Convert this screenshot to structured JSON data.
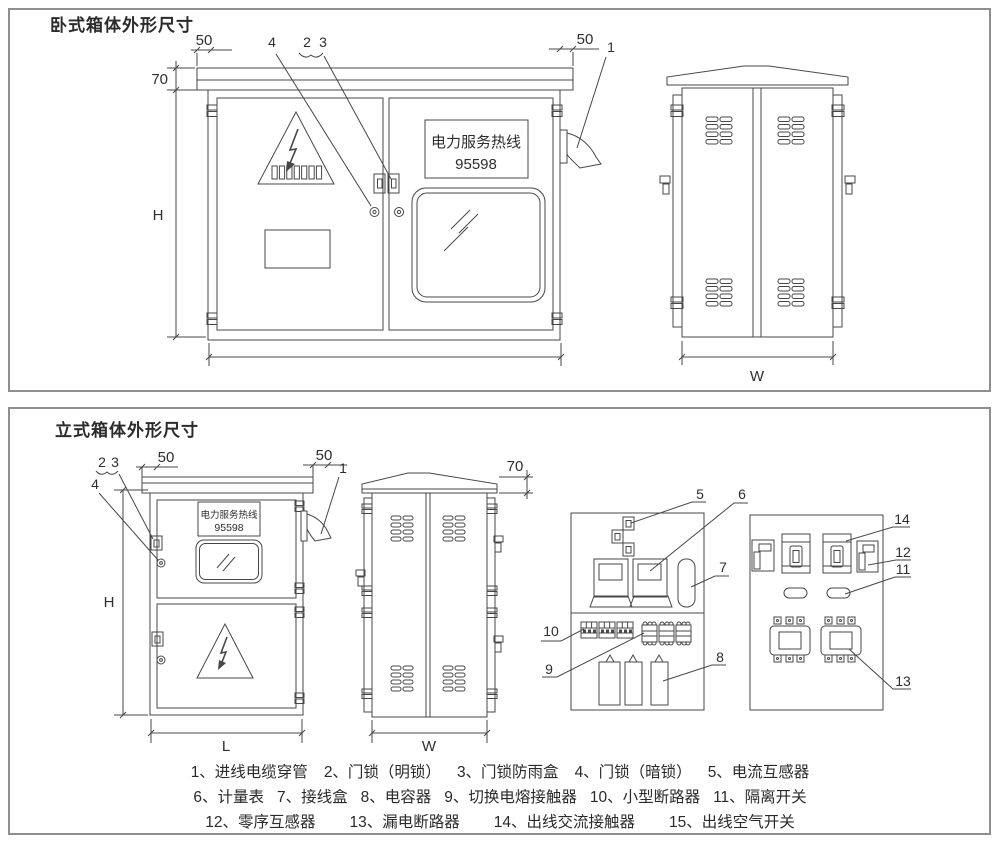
{
  "horizontal_section": {
    "title": "卧式箱体外形尺寸",
    "front": {
      "sign_line1": "电力服务热线",
      "sign_line2": "95598",
      "dim_overhang_left": "50",
      "dim_roof_height": "70",
      "dim_height": "H",
      "dim_overhang_right": "50",
      "label_1": "1",
      "label_2": "2",
      "label_3": "3",
      "label_4": "4"
    },
    "side": {
      "dim_width": "W"
    }
  },
  "vertical_section": {
    "title": "立式箱体外形尺寸",
    "front": {
      "sign_line1": "电力服务热线",
      "sign_line2": "95598",
      "dim_overhang_left": "50",
      "dim_overhang_right": "50",
      "dim_height": "H",
      "dim_length": "L",
      "label_1": "1",
      "label_2": "2",
      "label_3": "3",
      "label_4": "4"
    },
    "side": {
      "dim_roof_height": "70",
      "dim_width": "W"
    },
    "panel_a": {
      "label_5": "5",
      "label_6": "6",
      "label_7": "7",
      "label_8": "8",
      "label_9": "9",
      "label_10": "10"
    },
    "panel_b": {
      "label_11": "11",
      "label_12": "12",
      "label_13": "13",
      "label_14": "14"
    }
  },
  "legend": {
    "rows": [
      [
        "1、进线电缆穿管",
        "2、门锁（明锁）",
        "3、门锁防雨盒",
        "4、门锁（暗锁）",
        "5、电流互感器"
      ],
      [
        "6、计量表",
        "7、接线盒",
        "8、电容器",
        "9、切换电熔接触器",
        "10、小型断路器",
        "11、隔离开关"
      ],
      [
        "12、零序互感器",
        "13、漏电断路器",
        "14、出线交流接触器",
        "15、出线空气开关"
      ]
    ]
  },
  "colors": {
    "line": "#474747",
    "frame": "#8f8f8f",
    "text": "#303030",
    "background": "#ffffff"
  }
}
